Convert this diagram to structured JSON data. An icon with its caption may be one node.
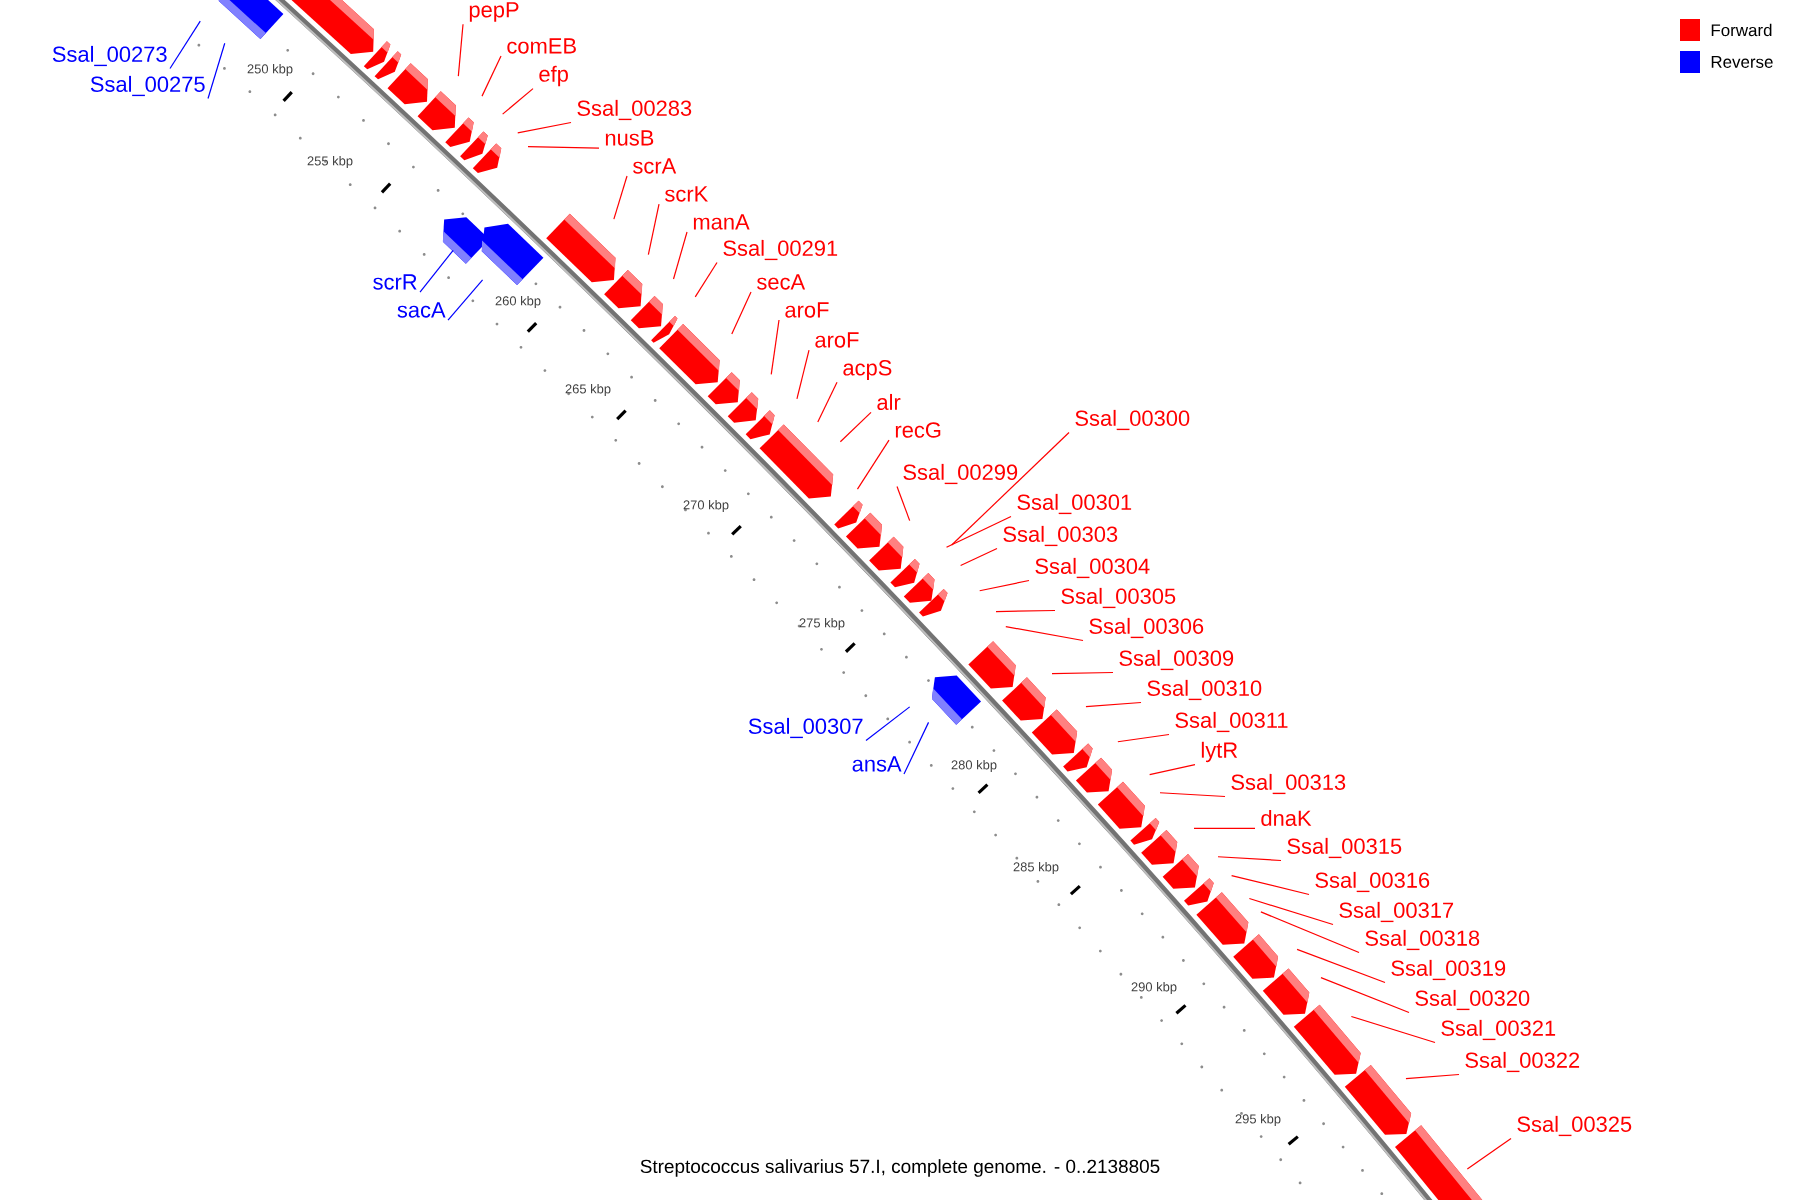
{
  "diagram": {
    "caption": "Streptococcus salivarius 57.I, complete genome. - 0..2138805",
    "nodes": [
      {
        "text": [
          "Ssal_00273"
        ]
      },
      {
        "text": [
          "pepP"
        ]
      },
      {
        "text": [
          "comEB"
        ]
      },
      {
        "text": [
          "Ssal_00275"
        ]
      },
      {
        "text": [
          "efp"
        ]
      },
      {
        "text": [
          "Ssal_00283"
        ]
      },
      {
        "text": [
          "nusB"
        ]
      },
      {
        "text": [
          "scrA"
        ]
      },
      {
        "text": [
          "scrK"
        ]
      },
      {
        "text": [
          "manA"
        ]
      },
      {
        "text": [
          "Ssal_00291"
        ]
      },
      {
        "text": [
          "scrR"
        ]
      },
      {
        "text": [
          "secA"
        ]
      },
      {
        "text": [
          "sacA"
        ]
      },
      {
        "text": [
          "aroF"
        ]
      },
      {
        "text": [
          "aroF"
        ]
      },
      {
        "text": [
          "acpS"
        ]
      },
      {
        "text": [
          "alr"
        ]
      },
      {
        "text": [
          "recG"
        ]
      },
      {
        "text": [
          "Ssal_00300"
        ]
      },
      {
        "text": [
          "Ssal_00299"
        ]
      },
      {
        "text": [
          "Ssal_00301"
        ]
      },
      {
        "text": [
          "Ssal_00303"
        ]
      },
      {
        "text": [
          "Ssal_00304"
        ]
      },
      {
        "text": [
          "Ssal_00305"
        ]
      },
      {
        "text": [
          "Ssal_00306"
        ]
      },
      {
        "text": [
          "Ssal_00309"
        ]
      },
      {
        "text": [
          "Ssal_00310"
        ]
      },
      {
        "text": [
          "Ssal_00307"
        ]
      },
      {
        "text": [
          "Ssal_00311"
        ]
      },
      {
        "text": [
          "lytR"
        ]
      },
      {
        "text": [
          "ansA"
        ]
      },
      {
        "text": [
          "Ssal_00313"
        ]
      },
      {
        "text": [
          "dnaK"
        ]
      },
      {
        "text": [
          "Ssal_00315"
        ]
      },
      {
        "text": [
          "Ssal_00316"
        ]
      },
      {
        "text": [
          "Ssal_00317"
        ]
      },
      {
        "text": [
          "Ssal_00318"
        ]
      },
      {
        "text": [
          "Ssal_00319"
        ]
      },
      {
        "text": [
          "Ssal_00320"
        ]
      },
      {
        "text": [
          "Ssal_00321"
        ]
      },
      {
        "text": [
          "Ssal_00322"
        ]
      },
      {
        "text": [
          "Ssal_00325"
        ]
      }
    ],
    "edges": [
      {
        "from": 0,
        "to": null,
        "arrow": "none",
        "color": "#0000ff"
      },
      {
        "from": 1,
        "to": null,
        "arrow": "none"
      },
      {
        "from": 2,
        "to": null,
        "arrow": "none"
      },
      {
        "from": 3,
        "to": null,
        "arrow": "none",
        "color": "#0000ff"
      },
      {
        "from": 4,
        "to": null,
        "arrow": "none"
      },
      {
        "from": 5,
        "to": null,
        "arrow": "none"
      },
      {
        "from": 6,
        "to": null,
        "arrow": "none"
      },
      {
        "from": 7,
        "to": null,
        "arrow": "none"
      },
      {
        "from": 8,
        "to": null,
        "arrow": "none"
      },
      {
        "from": 9,
        "to": null,
        "arrow": "none"
      },
      {
        "from": 10,
        "to": null,
        "arrow": "none"
      },
      {
        "from": 11,
        "to": null,
        "arrow": "none",
        "color": "#0000ff"
      },
      {
        "from": 12,
        "to": null,
        "arrow": "none"
      },
      {
        "from": 13,
        "to": null,
        "arrow": "none",
        "color": "#0000ff"
      },
      {
        "from": 14,
        "to": null,
        "arrow": "none"
      },
      {
        "from": 15,
        "to": null,
        "arrow": "none"
      },
      {
        "from": 16,
        "to": null,
        "arrow": "none"
      },
      {
        "from": 17,
        "to": null,
        "arrow": "none"
      },
      {
        "from": 18,
        "to": null,
        "arrow": "none"
      },
      {
        "from": 19,
        "to": null,
        "arrow": "none"
      },
      {
        "from": 20,
        "to": null,
        "arrow": "none"
      },
      {
        "from": 21,
        "to": null,
        "arrow": "none"
      },
      {
        "from": 22,
        "to": null,
        "arrow": "none"
      },
      {
        "from": 23,
        "to": null,
        "arrow": "none"
      },
      {
        "from": 24,
        "to": null,
        "arrow": "none"
      },
      {
        "from": 25,
        "to": null,
        "arrow": "none"
      },
      {
        "from": 26,
        "to": null,
        "arrow": "none"
      },
      {
        "from": 27,
        "to": null,
        "arrow": "none"
      },
      {
        "from": 28,
        "to": null,
        "arrow": "none",
        "color": "#0000ff"
      },
      {
        "from": 29,
        "to": null,
        "arrow": "none"
      },
      {
        "from": 30,
        "to": null,
        "arrow": "none"
      },
      {
        "from": 31,
        "to": null,
        "arrow": "none",
        "color": "#0000ff"
      },
      {
        "from": 32,
        "to": null,
        "arrow": "none"
      },
      {
        "from": 33,
        "to": null,
        "arrow": "none"
      },
      {
        "from": 34,
        "to": null,
        "arrow": "none"
      },
      {
        "from": 35,
        "to": null,
        "arrow": "none"
      },
      {
        "from": 36,
        "to": null,
        "arrow": "none"
      },
      {
        "from": 37,
        "to": null,
        "arrow": "none"
      },
      {
        "from": 38,
        "to": null,
        "arrow": "none"
      },
      {
        "from": 39,
        "to": null,
        "arrow": "none"
      },
      {
        "from": 40,
        "to": null,
        "arrow": "none"
      },
      {
        "from": 41,
        "to": null,
        "arrow": "none"
      },
      {
        "from": 42,
        "to": null,
        "arrow": "none"
      }
    ],
    "labels": [
      "250 kbp",
      "255 kbp",
      "260 kbp",
      "265 kbp",
      "270 kbp",
      "275 kbp",
      "280 kbp",
      "285 kbp",
      "290 kbp",
      "295 kbp"
    ],
    "legend": [
      {
        "text": "Forward",
        "color": "#ff0000"
      },
      {
        "text": "Reverse",
        "color": "#0000ff"
      }
    ]
  }
}
